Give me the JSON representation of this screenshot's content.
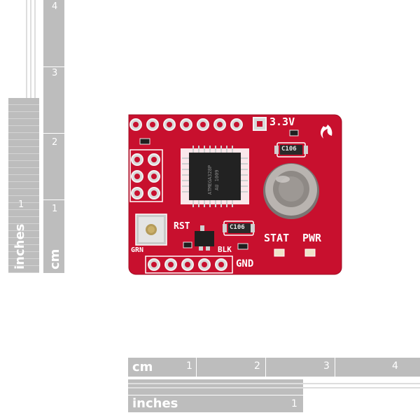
{
  "rulers": {
    "vertical_cm": {
      "unit": "cm",
      "marks": [
        "1",
        "2",
        "3",
        "4"
      ]
    },
    "vertical_in": {
      "unit": "inches",
      "marks": [
        "1"
      ]
    },
    "horizontal_cm": {
      "unit": "cm",
      "marks": [
        "1",
        "2",
        "3",
        "4"
      ]
    },
    "horizontal_in": {
      "unit": "inches",
      "marks": [
        "1"
      ]
    }
  },
  "board": {
    "silkscreen": {
      "voltage": "3.3V",
      "reset": "RST",
      "ground_left": "GRN",
      "black": "BLK",
      "ground": "GND",
      "stat": "STAT",
      "pwr": "PWR",
      "cap1": "C106",
      "cap2": "C106"
    },
    "chip_text": [
      "ATMEGA328P",
      "AU 1009"
    ],
    "colors": {
      "pcb": "#c8102e",
      "pad": "#d8d8d8",
      "chip": "#222222",
      "sensor": "#b9b4b0"
    }
  }
}
